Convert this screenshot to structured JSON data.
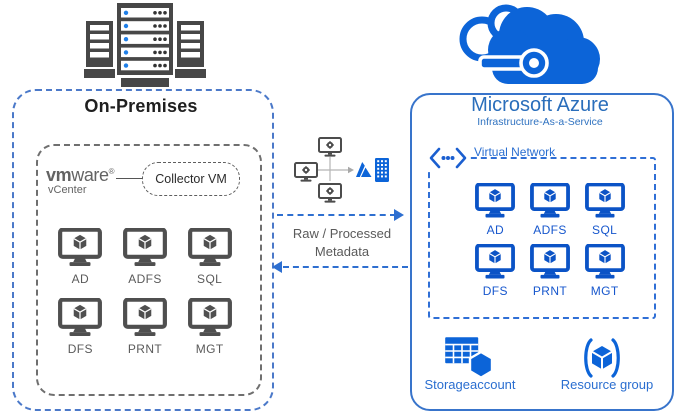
{
  "diagram": {
    "on_premises": {
      "title": "On-Premises",
      "vmware": {
        "brand_bold": "vm",
        "brand_light": "ware",
        "trademark": "®",
        "product": "vCenter"
      },
      "collector_vm_label": "Collector VM",
      "vms": [
        "AD",
        "ADFS",
        "SQL",
        "DFS",
        "PRNT",
        "MGT"
      ]
    },
    "transfer": {
      "label_line1": "Raw / Processed",
      "label_line2": "Metadata"
    },
    "azure": {
      "title": "Microsoft Azure",
      "subtitle": "Infrastructure-As-a-Service",
      "virtual_network_label": "Virtual Network",
      "vms": [
        "AD",
        "ADFS",
        "SQL",
        "DFS",
        "PRNT",
        "MGT"
      ],
      "storage_account_label": "Storageaccount",
      "resource_group_label": "Resource group"
    },
    "icons": {
      "server_rack": "server-rack-icon",
      "azure_cloud_key": "azure-cloud-icon",
      "vm_monitor_cube": "vm-monitor-icon",
      "collector_monitor_gear": "gear-monitor-icon",
      "azure_logo": "azure-logo-icon",
      "building": "building-icon",
      "virtual_network": "virtual-network-icon",
      "storage_account": "storage-account-icon",
      "resource_group": "resource-group-icon"
    },
    "colors": {
      "azure_blue": "#0C64D8",
      "monitor_blue": "#0B53C6",
      "label_blue": "#2A6ED0",
      "azure_title_blue": "#2A6EBB",
      "box_border_blue": "#3874CB",
      "onprem_dash_blue": "#4B79C9",
      "arrow_blue": "#2E6FD0",
      "icon_gray": "#4F4F4F",
      "text_gray": "#5A5A5A"
    }
  }
}
